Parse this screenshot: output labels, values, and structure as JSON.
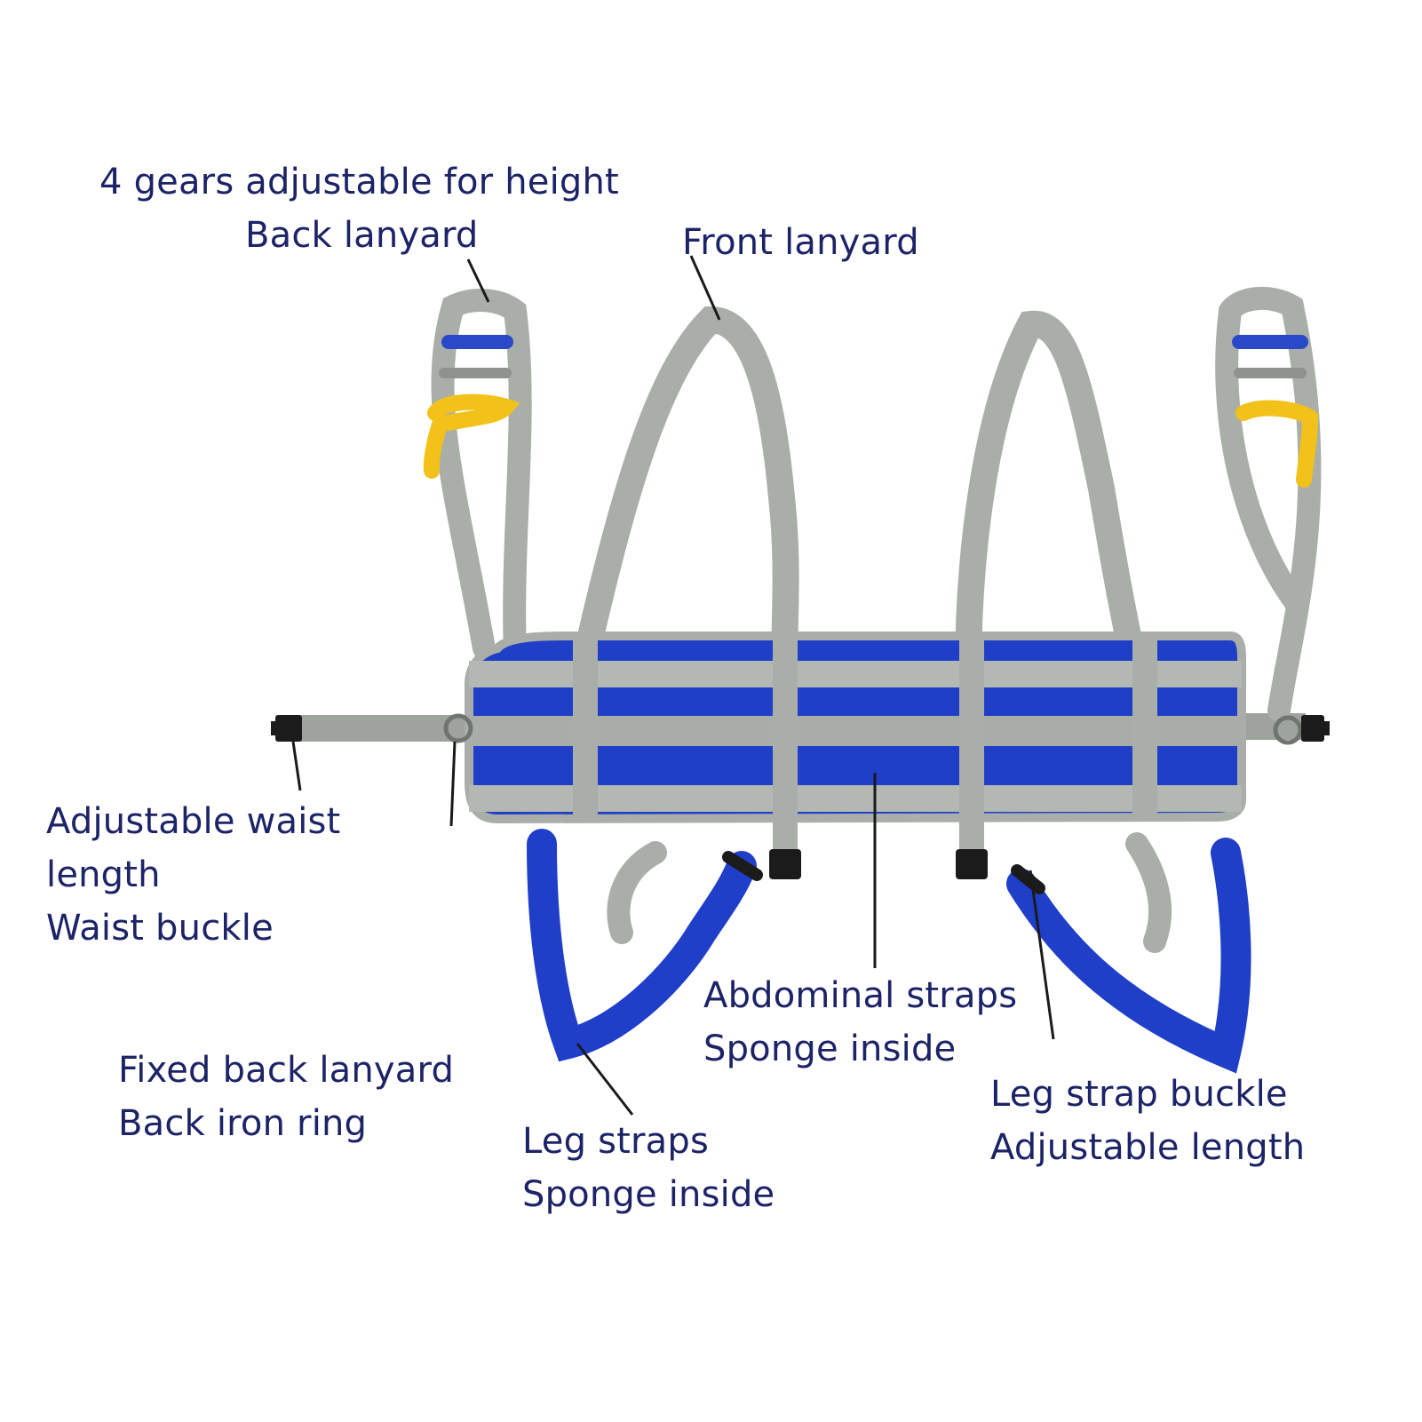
{
  "colors": {
    "label_text": "#1c2366",
    "leader_line": "#1a1a1a",
    "strap_gray": "#aeb3ad",
    "strap_gray_shadow": "#8d928d",
    "pad_blue": "#1f3fc8",
    "pad_blue_dark": "#12268f",
    "handle_yellow": "#f2c21a",
    "buckle_black": "#1b1b1b"
  },
  "labels": {
    "height_gears": {
      "line1": "4 gears adjustable for height",
      "line2": "Back lanyard"
    },
    "front_lanyard": {
      "line1": "Front lanyard"
    },
    "waist": {
      "line1": "Adjustable waist",
      "line2": "length",
      "line3": "Waist buckle"
    },
    "fixed_back": {
      "line1": "Fixed back lanyard",
      "line2": "Back iron ring"
    },
    "abdominal": {
      "line1": "Abdominal straps",
      "line2": "Sponge inside"
    },
    "leg_straps": {
      "line1": "Leg straps",
      "line2": "Sponge inside"
    },
    "leg_buckle": {
      "line1": "Leg strap buckle",
      "line2": "Adjustable length"
    }
  }
}
